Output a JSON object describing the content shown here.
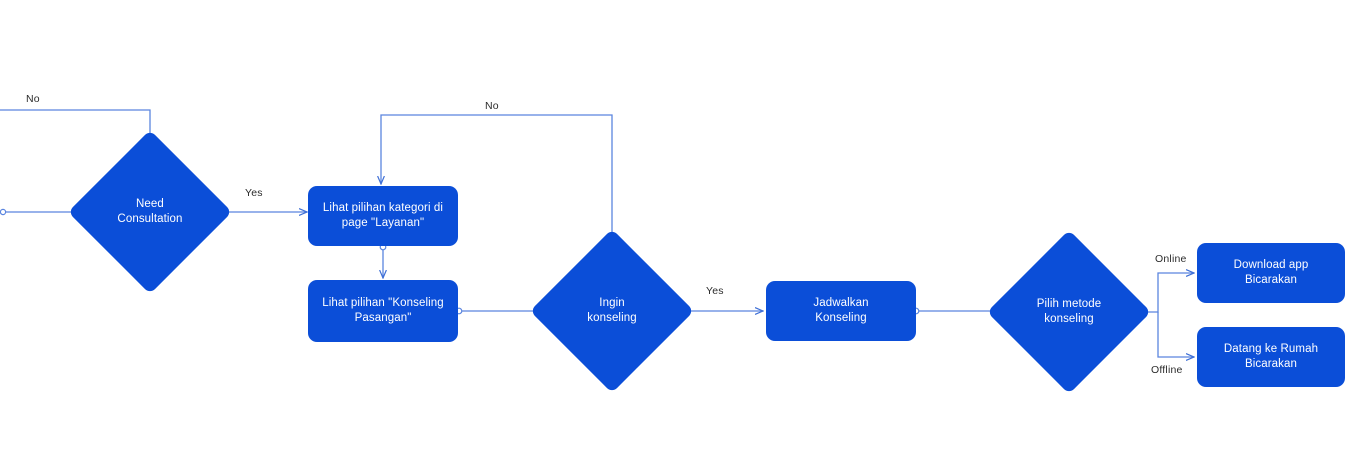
{
  "diagram": {
    "type": "flowchart",
    "title": "",
    "background_color": "#ffffff",
    "node_fill_color": "#0B4ED8",
    "node_text_color": "#ffffff",
    "edge_color": "#5B85DF",
    "edge_label_color": "#2b2b2b",
    "nodes": [
      {
        "id": "need-consultation",
        "shape": "decision",
        "label": "Need\nConsultation"
      },
      {
        "id": "lihat-kategori",
        "shape": "process",
        "label": "Lihat pilihan kategori di\npage \"Layanan\""
      },
      {
        "id": "lihat-konseling-pasangan",
        "shape": "process",
        "label": "Lihat pilihan \"Konseling\nPasangan\""
      },
      {
        "id": "ingin-konseling",
        "shape": "decision",
        "label": "Ingin\nkonseling"
      },
      {
        "id": "jadwalkan-konseling",
        "shape": "process",
        "label": "Jadwalkan\nKonseling"
      },
      {
        "id": "pilih-metode-konseling",
        "shape": "decision",
        "label": "Pilih metode\nkonseling"
      },
      {
        "id": "download-app",
        "shape": "process",
        "label": "Download app\nBicarakan"
      },
      {
        "id": "datang-ke-rumah",
        "shape": "process",
        "label": "Datang ke Rumah\nBicarakan"
      }
    ],
    "edge_labels": [
      {
        "id": "no-left",
        "text": "No"
      },
      {
        "id": "yes-consultation",
        "text": "Yes"
      },
      {
        "id": "no-konseling",
        "text": "No"
      },
      {
        "id": "yes-konseling",
        "text": "Yes"
      },
      {
        "id": "online",
        "text": "Online"
      },
      {
        "id": "offline",
        "text": "Offline"
      }
    ]
  }
}
